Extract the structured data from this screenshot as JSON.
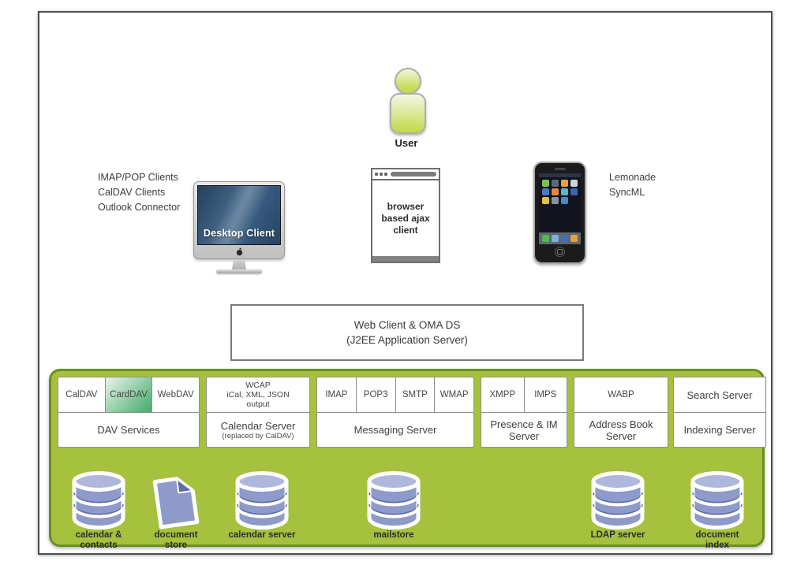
{
  "colors": {
    "panel-green": "#a6c13e",
    "panel-border": "#69901e",
    "box-border": "#8f8f8f",
    "highlight-green-start": "#e9f5ea",
    "highlight-green-end": "#53b175",
    "cylinder-fill": "#8e9aca",
    "cylinder-top": "#aeb7dc",
    "cylinder-line": "#5f6da8",
    "user-green-light": "#f1f5da",
    "user-green": "#c4da4e"
  },
  "user": {
    "label": "User"
  },
  "clients": {
    "desktop_notes": "IMAP/POP Clients\nCalDAV Clients\nOutlook Connector",
    "desktop_label": "Desktop Client",
    "browser_label": "browser\nbased ajax\nclient",
    "mobile_notes": "Lemonade\nSyncML"
  },
  "middleware": {
    "label": "Web Client & OMA DS\n(J2EE Application Server)"
  },
  "services": [
    {
      "name": "DAV Services",
      "protocols": [
        "CalDAV",
        "CardDAV",
        "WebDAV"
      ]
    },
    {
      "name": "Calendar Server",
      "subtitle": "(replaced by CalDAV)",
      "protocols": [
        "WCAP\niCal, XML, JSON\noutput"
      ]
    },
    {
      "name": "Messaging Server",
      "protocols": [
        "IMAP",
        "POP3",
        "SMTP",
        "WMAP"
      ]
    },
    {
      "name": "Presence & IM\nServer",
      "protocols": [
        "XMPP",
        "IMPS"
      ]
    },
    {
      "name": "Address Book\nServer",
      "protocols": [
        "WABP"
      ]
    },
    {
      "name": "Indexing Server",
      "protocols": [
        "Search Server"
      ]
    }
  ],
  "datastores": [
    {
      "label": "calendar &\ncontacts",
      "icon": "database"
    },
    {
      "label": "document\nstore",
      "icon": "document"
    },
    {
      "label": "calendar server",
      "icon": "database"
    },
    {
      "label": "mailstore",
      "icon": "database"
    },
    {
      "label": "LDAP server",
      "icon": "database"
    },
    {
      "label": "document\nindex",
      "icon": "database"
    }
  ]
}
